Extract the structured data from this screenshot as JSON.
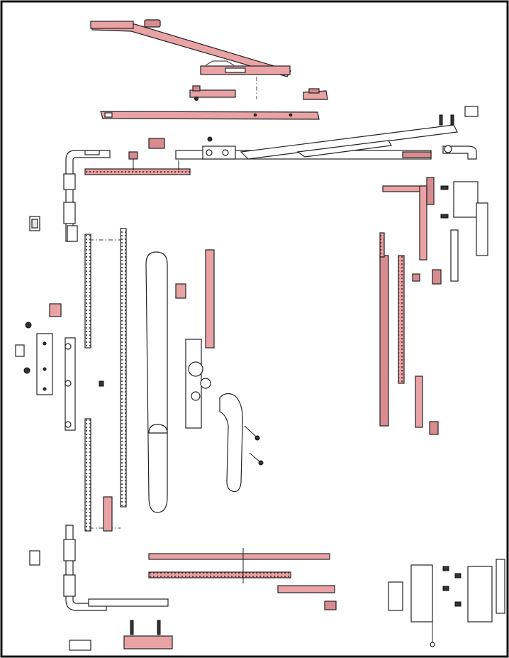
{
  "diagram": {
    "colors": {
      "frame": "#111111",
      "hardware_pink": "#e9a3a5",
      "hardware_white": "#ffffff",
      "outline": "#222222"
    },
    "components": [
      {
        "id": "stay-arm-upper",
        "icon": "stay-arm"
      },
      {
        "id": "top-rail-bar",
        "icon": "bar"
      },
      {
        "id": "corner-drive-top-left",
        "icon": "corner-drive"
      },
      {
        "id": "sash-stay-hinge-arm",
        "icon": "hinge-arm"
      },
      {
        "id": "left-sash-rail",
        "icon": "rail"
      },
      {
        "id": "gear-box",
        "icon": "gear-box"
      },
      {
        "id": "window-handle-left",
        "icon": "handle"
      },
      {
        "id": "window-handle-right",
        "icon": "handle"
      },
      {
        "id": "right-frame-rail",
        "icon": "rail"
      },
      {
        "id": "top-hinge-assembly",
        "icon": "hinge"
      },
      {
        "id": "bottom-rail-bar",
        "icon": "bar"
      },
      {
        "id": "corner-drive-bottom-left",
        "icon": "corner-drive"
      },
      {
        "id": "bottom-hinge-assembly",
        "icon": "hinge"
      },
      {
        "id": "keeper",
        "icon": "keeper"
      },
      {
        "id": "screw",
        "icon": "screw"
      }
    ]
  }
}
